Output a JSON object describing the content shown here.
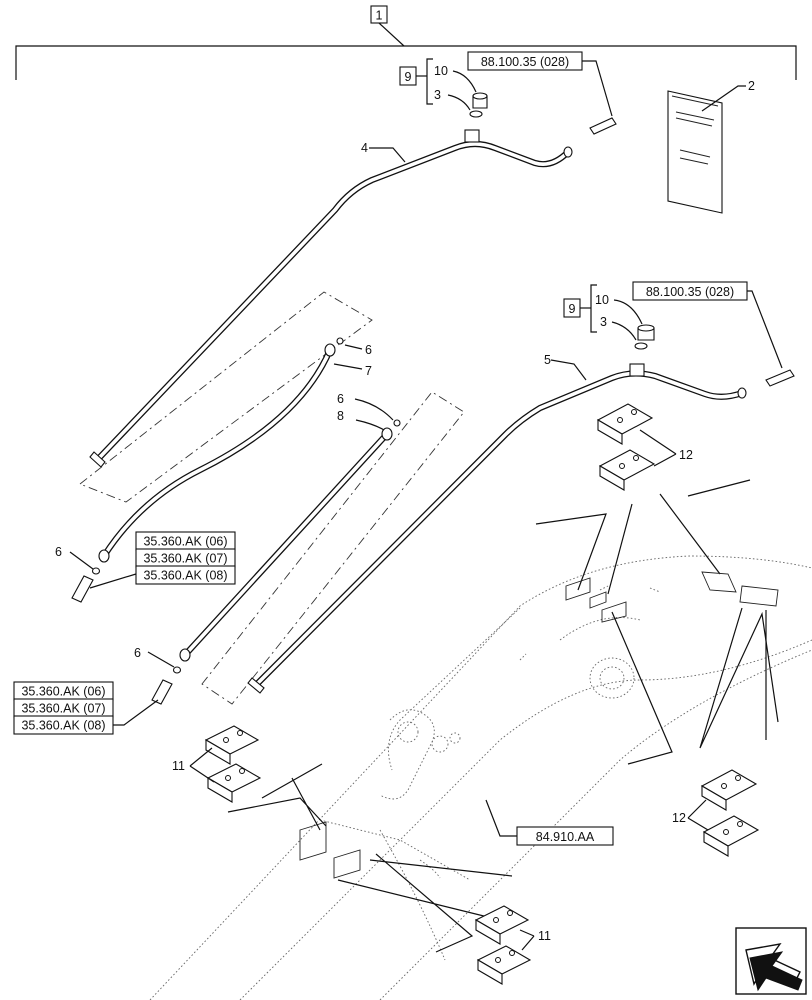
{
  "diagram": {
    "main_item": "1",
    "group_item": "9",
    "items": {
      "manual": "2",
      "plug_seal": "3",
      "pipe_upper": "4",
      "pipe_lower": "5",
      "seal": "6",
      "hose_a": "7",
      "hose_b": "8",
      "plug": "10",
      "clamp_lower": "11",
      "clamp_upper": "12"
    },
    "refs": {
      "bolt_ref": "88.100.35 (028)",
      "boom_ref": "84.910.AA",
      "hose_refs": [
        "35.360.AK (06)",
        "35.360.AK (07)",
        "35.360.AK (08)"
      ]
    },
    "navigation_icon": "next-page-arrow-icon"
  }
}
